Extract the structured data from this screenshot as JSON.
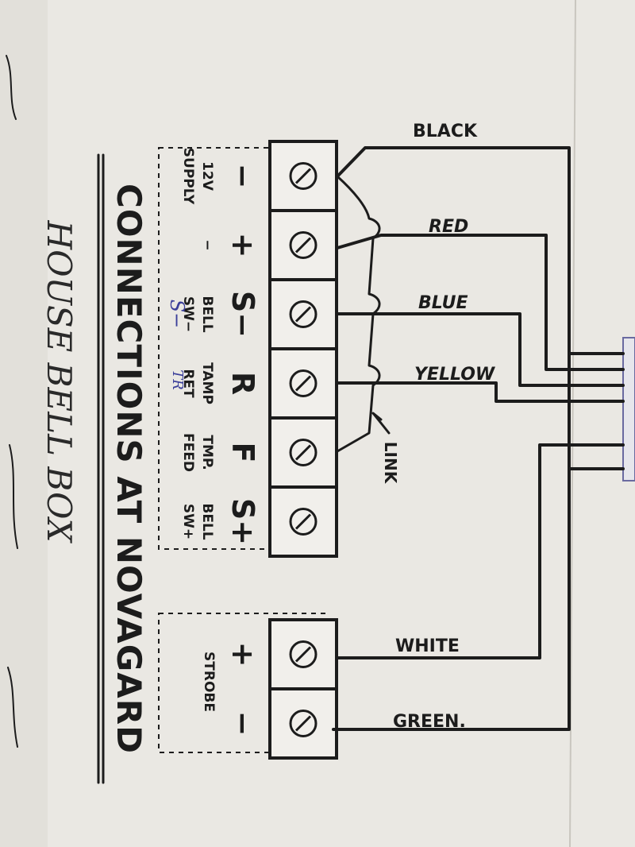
{
  "title": "CONNECTIONS AT NOVAGARD",
  "subtitle": "HOUSE BELL BOX",
  "terminals_main": [
    {
      "symbol": "−",
      "label_lines": [
        "12V",
        "SUPPLY"
      ]
    },
    {
      "symbol": "+",
      "label_lines": [
        "−"
      ]
    },
    {
      "symbol": "S−",
      "label_lines": [
        "BELL",
        "SW−"
      ]
    },
    {
      "symbol": "R",
      "label_lines": [
        "TAMP",
        "RET"
      ]
    },
    {
      "symbol": "F",
      "label_lines": [
        "TMP.",
        "FEED"
      ]
    },
    {
      "symbol": "S+",
      "label_lines": [
        "BELL",
        "SW+"
      ]
    }
  ],
  "terminals_strobe": [
    {
      "symbol": "+"
    },
    {
      "symbol": "−"
    }
  ],
  "strobe_label": "STROBE",
  "annotations": {
    "s_minus": "S−",
    "tr": "TR"
  },
  "link_label": "LINK",
  "wires": [
    {
      "name": "BLACK"
    },
    {
      "name": "RED"
    },
    {
      "name": "BLUE"
    },
    {
      "name": "YELLOW"
    },
    {
      "name": "WHITE"
    },
    {
      "name": "GREEN."
    }
  ],
  "colors": {
    "paper": "#eceae6",
    "ink": "#1c1c1c",
    "blue_pen": "#3b3f9a"
  }
}
